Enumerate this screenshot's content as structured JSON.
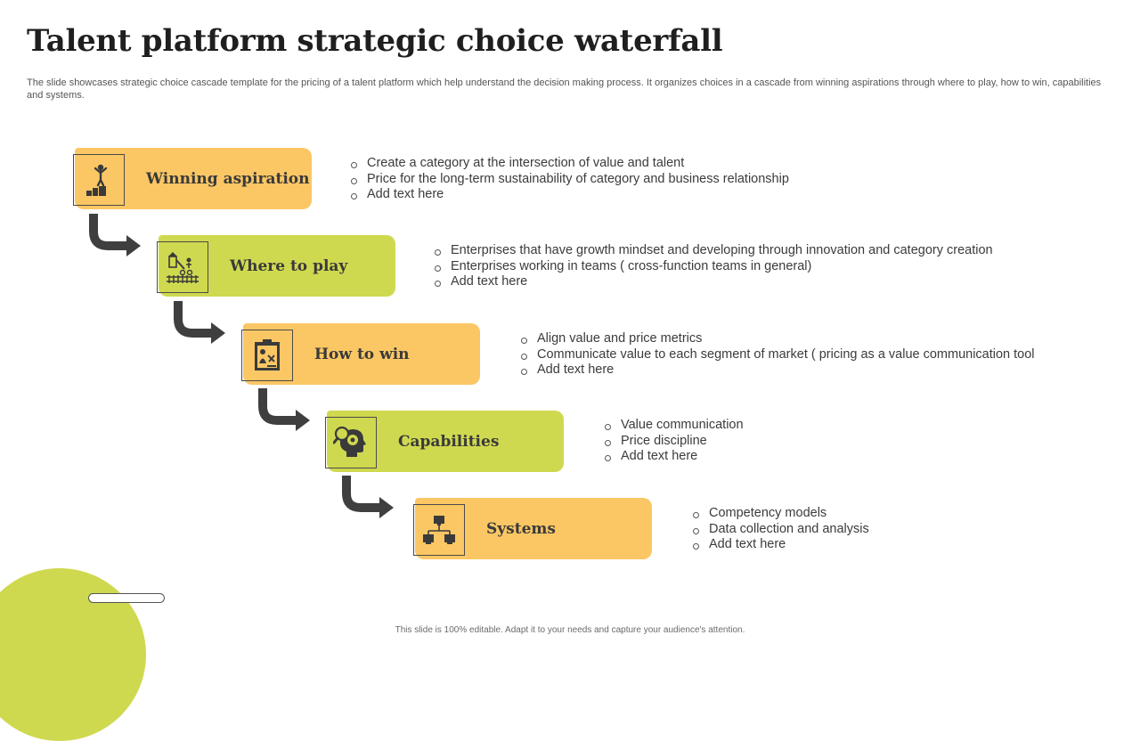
{
  "title": "Talent platform strategic choice waterfall",
  "subtitle": "The slide showcases strategic choice cascade template for the pricing of a talent platform which help understand the decision making process. It organizes choices in a cascade from winning aspirations through where to play, how to win, capabilities and systems.",
  "steps": [
    {
      "label": "Winning aspiration",
      "icon": "podium-person-icon",
      "color": "#fbc764",
      "bullets": [
        "Create a category at the intersection of value and talent",
        "Price for the long-term sustainability of category and business relationship",
        "Add text here"
      ]
    },
    {
      "label": "Where to play",
      "icon": "playground-icon",
      "color": "#cfd94f",
      "bullets": [
        "Enterprises that have growth mindset and developing through innovation and category creation",
        "Enterprises working in teams ( cross-function teams in general)",
        "Add text here"
      ]
    },
    {
      "label": "How to win",
      "icon": "strategy-board-icon",
      "color": "#fbc764",
      "bullets": [
        "Align value and price metrics",
        "Communicate value to each segment of market ( pricing as a value communication tool",
        "Add text here"
      ]
    },
    {
      "label": "Capabilities",
      "icon": "head-gear-magnifier-icon",
      "color": "#cfd94f",
      "bullets": [
        "Value communication",
        "Price discipline",
        "Add text here"
      ]
    },
    {
      "label": "Systems",
      "icon": "network-computers-icon",
      "color": "#fbc764",
      "bullets": [
        "Competency models",
        "Data collection and analysis",
        "Add text here"
      ]
    }
  ],
  "footer": "This slide is 100% editable. Adapt it to your needs and capture your audience's attention.",
  "colors": {
    "orange": "#fbc764",
    "green": "#cfd94f",
    "arrow": "#3f3f3f",
    "text": "#3a3a3a"
  }
}
